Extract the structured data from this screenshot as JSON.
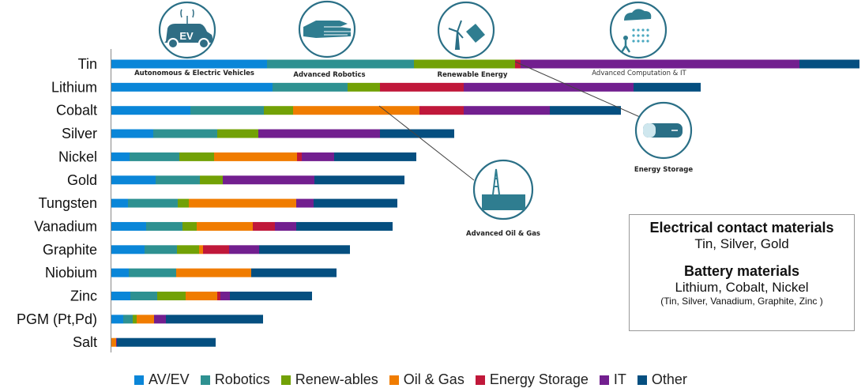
{
  "chart_data": {
    "type": "bar",
    "orientation": "horizontal",
    "stacked": true,
    "categories": [
      "Tin",
      "Lithium",
      "Cobalt",
      "Silver",
      "Nickel",
      "Gold",
      "Tungsten",
      "Vanadium",
      "Graphite",
      "Niobium",
      "Zinc",
      "PGM (Pt,Pd)",
      "Salt"
    ],
    "series": [
      {
        "name": "AV/EV",
        "color": "#0a86d8",
        "values": [
          197,
          204,
          100,
          53,
          23,
          56,
          21,
          44,
          42,
          22,
          24,
          15,
          0
        ]
      },
      {
        "name": "Robotics",
        "color": "#2e9191",
        "values": [
          186,
          95,
          93,
          81,
          63,
          56,
          63,
          46,
          41,
          60,
          34,
          12,
          0
        ]
      },
      {
        "name": "Renew-ables",
        "color": "#72a106",
        "values": [
          128,
          41,
          37,
          52,
          44,
          29,
          14,
          18,
          28,
          0,
          36,
          5,
          0
        ]
      },
      {
        "name": "Oil & Gas",
        "color": "#f07c00",
        "values": [
          0,
          0,
          160,
          0,
          105,
          0,
          136,
          71,
          5,
          95,
          40,
          22,
          6
        ]
      },
      {
        "name": "Energy Storage",
        "color": "#c0183a",
        "values": [
          7,
          106,
          56,
          0,
          6,
          0,
          0,
          28,
          33,
          0,
          4,
          0,
          0
        ]
      },
      {
        "name": "IT",
        "color": "#721f8f",
        "values": [
          353,
          215,
          109,
          154,
          41,
          116,
          22,
          27,
          38,
          0,
          12,
          15,
          1
        ]
      },
      {
        "name": "Other",
        "color": "#054f80",
        "values": [
          76,
          85,
          90,
          94,
          104,
          114,
          106,
          122,
          115,
          108,
          104,
          123,
          125
        ]
      }
    ],
    "xlim": [
      0,
      950
    ],
    "grid": false,
    "legend_position": "bottom",
    "annotations": [
      "Autonomous & Electric Vehicles",
      "Advanced Robotics",
      "Renewable Energy",
      "Advanced Computation & IT",
      "Energy Storage",
      "Advanced Oil & Gas"
    ]
  },
  "icons": {
    "ev_text": "EV"
  },
  "note": {
    "heading1": "Electrical contact materials",
    "text1": "Tin, Silver, Gold",
    "heading2": "Battery materials",
    "text2": "Lithium, Cobalt, Nickel",
    "text3": "(Tin, Silver, Vanadium, Graphite, Zinc )"
  }
}
